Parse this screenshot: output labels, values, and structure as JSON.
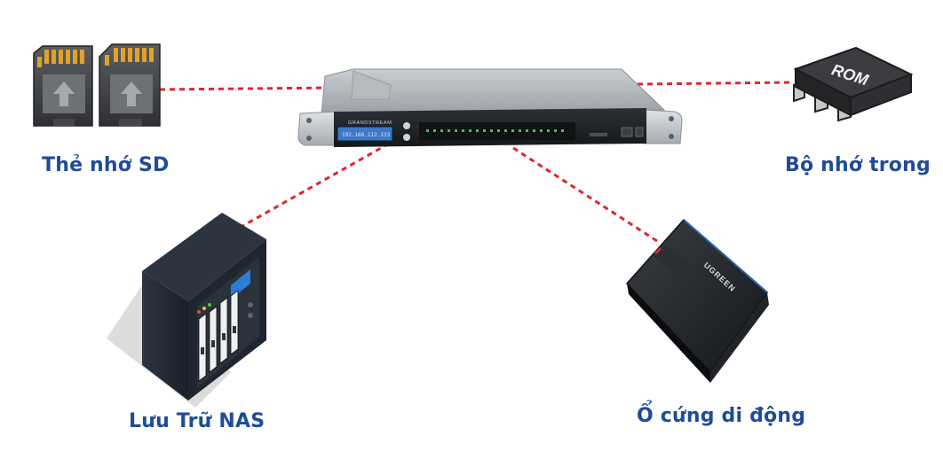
{
  "nodes": {
    "sd_card": {
      "label": "Thẻ nhớ SD"
    },
    "internal_memory": {
      "label": "Bộ nhớ trong",
      "chip_text": "ROM"
    },
    "nas": {
      "label": "Lưu Trữ NAS"
    },
    "portable_hdd": {
      "label": "Ổ cứng di động",
      "brand_text": "UGREEN"
    }
  },
  "device": {
    "brand_text": "GRANDSTREAM",
    "screen_text": "192.168.112.133"
  },
  "colors": {
    "label": "#1f4c97",
    "connector": "#e2242b",
    "device_body": "#2b2f33",
    "device_face": "#1d2024",
    "device_screen": "#3e78c7"
  }
}
